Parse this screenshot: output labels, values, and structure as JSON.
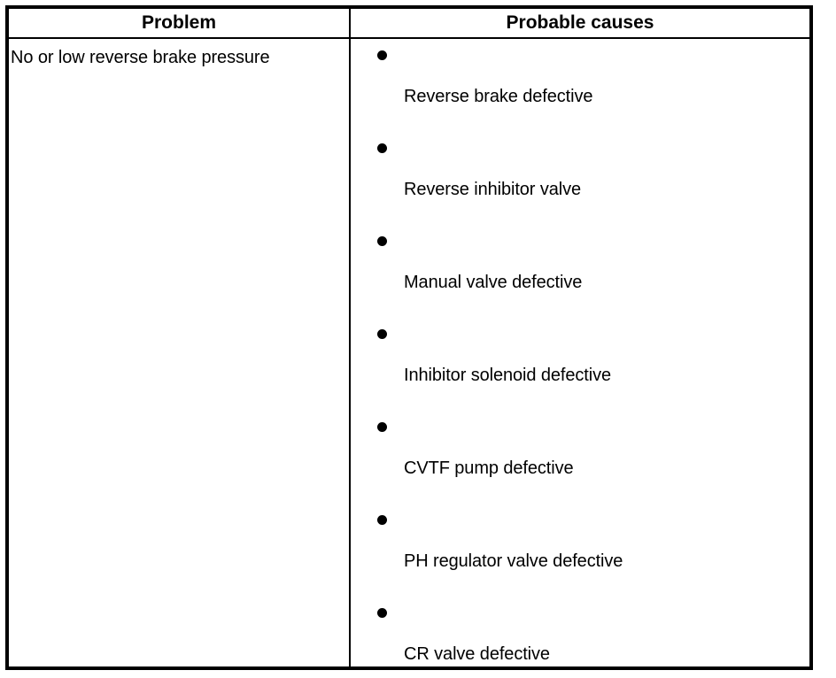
{
  "document": {
    "type": "troubleshooting-table",
    "background_color": "#ffffff",
    "text_color": "#000000",
    "border_color": "#000000"
  },
  "table": {
    "columns": [
      {
        "key": "problem",
        "header": "Problem"
      },
      {
        "key": "causes",
        "header": "Probable causes"
      }
    ],
    "rows": [
      {
        "problem": "No or low reverse brake pressure",
        "causes": [
          "Reverse brake defective",
          "Reverse inhibitor valve",
          "Manual valve defective",
          "Inhibitor solenoid defective",
          "CVTF pump defective",
          "PH regulator valve defective",
          "CR valve defective"
        ]
      }
    ]
  },
  "bullet": {
    "glyph": "filled-circle"
  }
}
